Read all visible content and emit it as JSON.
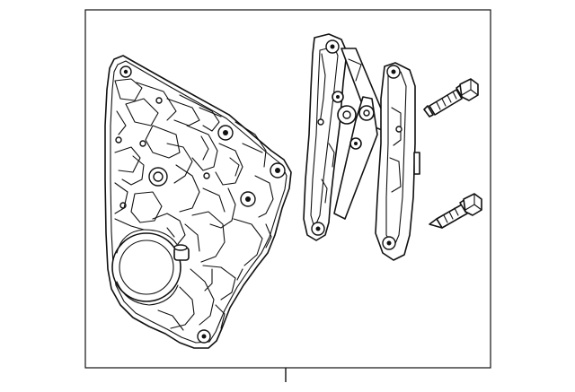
{
  "diagram": {
    "parts": [
      {
        "id": "regulator-panel",
        "label": ""
      },
      {
        "id": "regulator-rail-left",
        "label": ""
      },
      {
        "id": "regulator-rail-right",
        "label": ""
      },
      {
        "id": "bolt-upper",
        "label": ""
      },
      {
        "id": "bolt-lower",
        "label": ""
      }
    ],
    "callout_text": "",
    "colors": {
      "line": "#111111",
      "background": "#ffffff"
    }
  }
}
